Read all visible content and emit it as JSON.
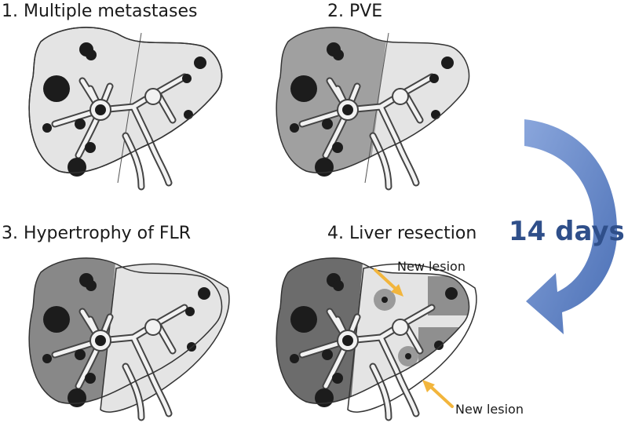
{
  "panels": [
    {
      "label": "1. Multiple metastases"
    },
    {
      "label": "2. PVE"
    },
    {
      "label": "3. Hypertrophy of FLR"
    },
    {
      "label": "4. Liver resection"
    }
  ],
  "annotations": {
    "new_lesion_top": "New lesion",
    "new_lesion_bottom": "New lesion"
  },
  "interval": {
    "label": "14 days"
  },
  "colors": {
    "liver_light": "#e4e4e4",
    "liver_mid": "#b8b8b8",
    "liver_dark": "#888888",
    "liver_darker": "#6c6c6c",
    "lesion": "#1c1c1c",
    "arrow_blue": "#5b7fc4",
    "arrow_yellow": "#f2b53c",
    "days_text": "#2f4f8a"
  }
}
